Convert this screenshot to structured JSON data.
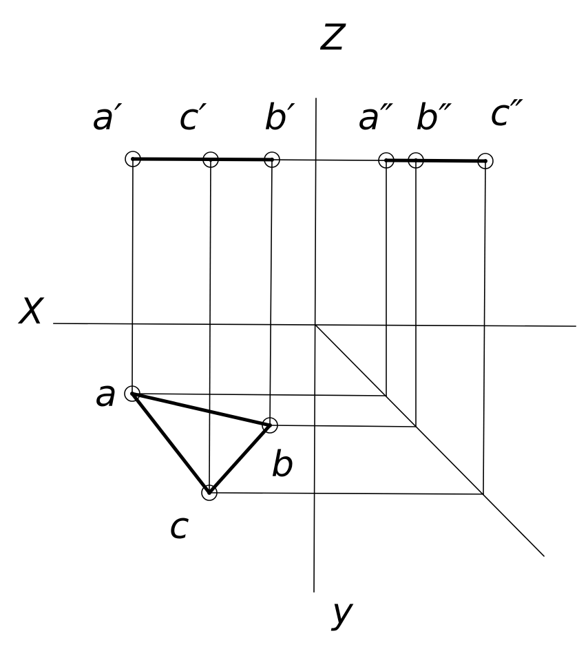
{
  "axes": {
    "z_label": "Z",
    "x_label": "X",
    "y_label": "y"
  },
  "points": {
    "a_front": "a′",
    "c_front": "c′",
    "b_front": "b′",
    "a_side": "a″",
    "b_side": "b″",
    "c_side": "c″",
    "a_top": "a",
    "b_top": "b",
    "c_top": "c"
  },
  "colors": {
    "ink": "#000000",
    "background": "#ffffff"
  }
}
